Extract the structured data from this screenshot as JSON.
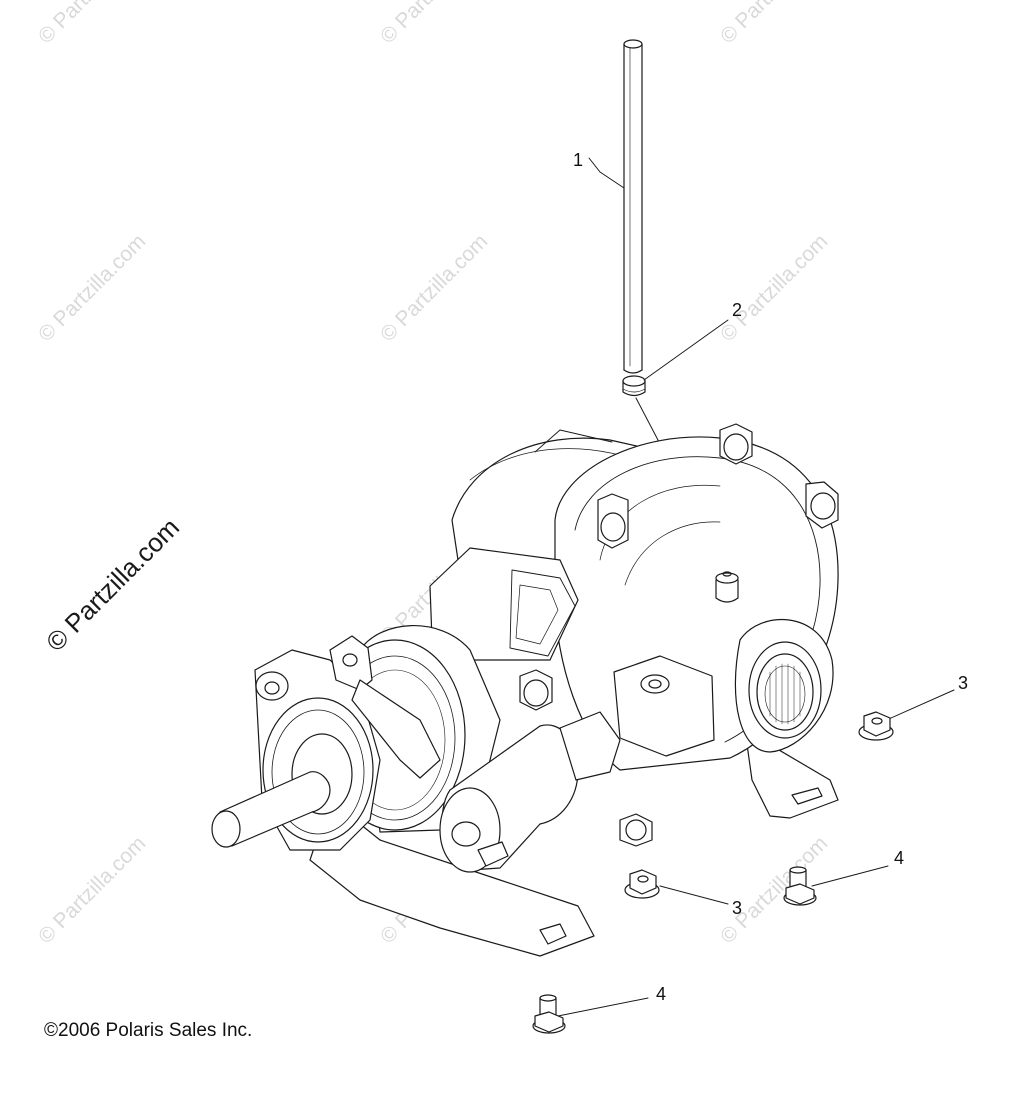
{
  "watermark": {
    "text": "© Partzilla.com",
    "large_text": "© Partzilla.com",
    "color": "#d9d9d9"
  },
  "callouts": {
    "c1": "1",
    "c2": "2",
    "c3a": "3",
    "c3b": "3",
    "c4a": "4",
    "c4b": "4"
  },
  "footer": {
    "copyright": "©2006 Polaris Sales Inc."
  },
  "colors": {
    "line": "#1a1a1a",
    "background": "#ffffff"
  }
}
